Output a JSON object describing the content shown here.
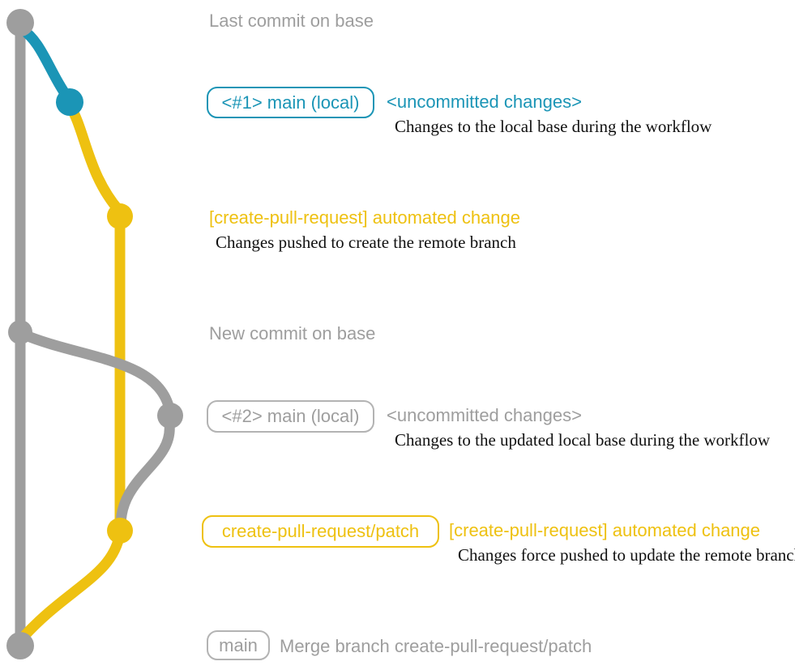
{
  "colors": {
    "gray": "#9e9e9e",
    "blue": "#1b95b6",
    "yellow": "#eec111",
    "description_text": "#111111",
    "background": "#ffffff"
  },
  "rows": {
    "last_commit": {
      "title": "Last commit on base"
    },
    "local1": {
      "badge": "<#1> main (local)",
      "title": "<uncommitted changes>",
      "description": "Changes to the local base during the workflow"
    },
    "push1": {
      "title": "[create-pull-request] automated change",
      "description": "Changes pushed to create the remote branch"
    },
    "new_commit": {
      "title": "New commit on base"
    },
    "local2": {
      "badge": "<#2> main (local)",
      "title": "<uncommitted changes>",
      "description": "Changes to the updated local base during the workflow"
    },
    "push2": {
      "badge": "create-pull-request/patch",
      "title": "[create-pull-request] automated change",
      "description": "Changes force pushed to update the remote branch"
    },
    "merge": {
      "badge": "main",
      "title": "Merge branch create-pull-request/patch"
    }
  },
  "graph": {
    "branches": [
      {
        "name": "base",
        "color": "#9e9e9e"
      },
      {
        "name": "main-local",
        "color": "#1b95b6"
      },
      {
        "name": "create-pull-request/patch",
        "color": "#eec111"
      }
    ],
    "commits": [
      {
        "id": "last-commit-on-base",
        "branch": "base",
        "color": "#9e9e9e"
      },
      {
        "id": "uncommitted-changes-1",
        "branch": "main-local",
        "color": "#1b95b6"
      },
      {
        "id": "automated-change-1",
        "branch": "create-pull-request/patch",
        "color": "#eec111"
      },
      {
        "id": "new-commit-on-base",
        "branch": "base",
        "color": "#9e9e9e"
      },
      {
        "id": "uncommitted-changes-2",
        "branch": "main-local",
        "color": "#9e9e9e"
      },
      {
        "id": "automated-change-2",
        "branch": "create-pull-request/patch",
        "color": "#eec111"
      },
      {
        "id": "merge-commit",
        "branch": "base",
        "color": "#9e9e9e"
      }
    ]
  }
}
